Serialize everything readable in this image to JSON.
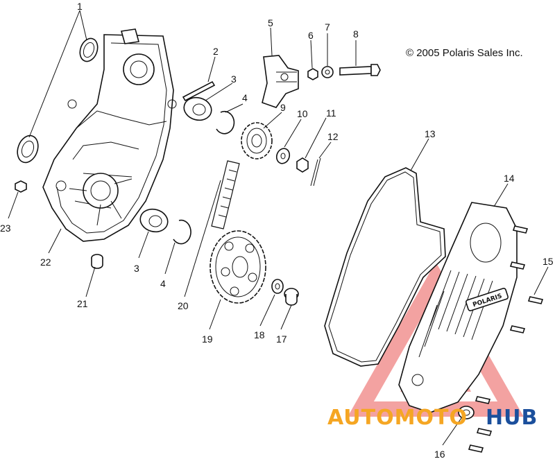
{
  "copyright": "© 2005 Polaris Sales Inc.",
  "cover_brand": "POLARIS",
  "watermark": {
    "left": "AUTOMOTO",
    "right": "HUB",
    "left_color": "#f5a623",
    "right_color": "#1b4f9c",
    "triangle_color": "#e53935"
  },
  "callouts": [
    "1",
    "2",
    "3",
    "4",
    "5",
    "6",
    "7",
    "8",
    "9",
    "10",
    "11",
    "12",
    "13",
    "14",
    "15",
    "16",
    "17",
    "18",
    "19",
    "20",
    "21",
    "22",
    "23",
    "3",
    "4"
  ]
}
